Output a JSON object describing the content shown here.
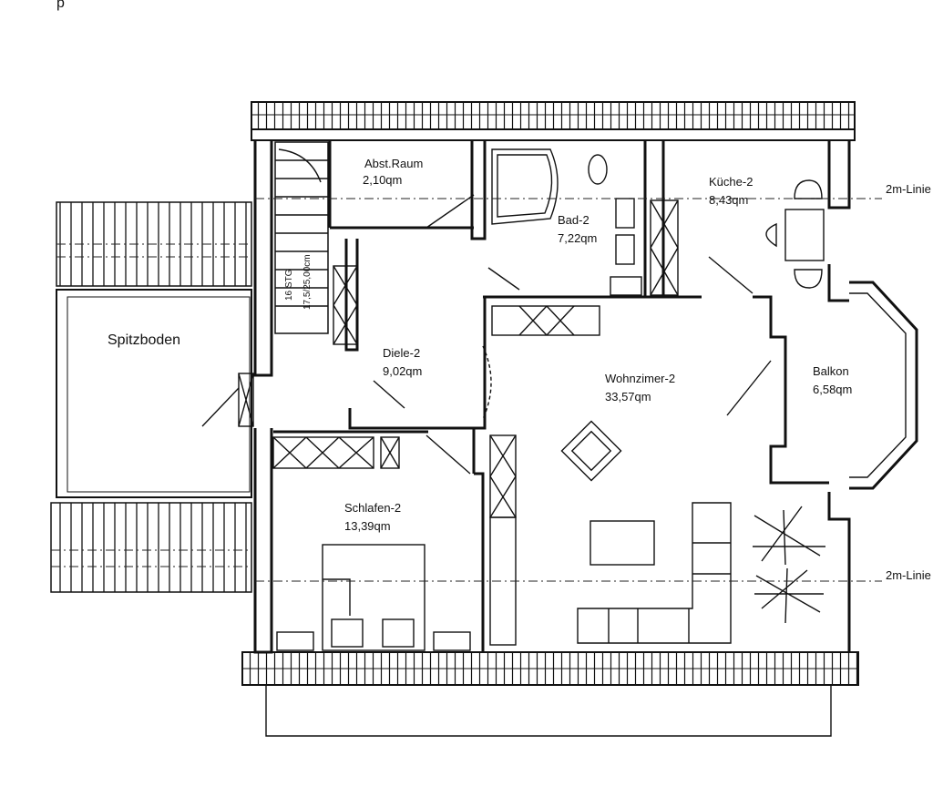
{
  "header_fragment": "p",
  "rooms": [
    {
      "id": "abst-raum",
      "name": "Abst.Raum",
      "area": "2,10qm"
    },
    {
      "id": "bad",
      "name": "Bad-2",
      "area": "7,22qm"
    },
    {
      "id": "kueche",
      "name": "Küche-2",
      "area": "8,43qm"
    },
    {
      "id": "diele",
      "name": "Diele-2",
      "area": "9,02qm"
    },
    {
      "id": "wohnzimmer",
      "name": "Wohnzimer-2",
      "area": "33,57qm"
    },
    {
      "id": "balkon",
      "name": "Balkon",
      "area": "6,58qm"
    },
    {
      "id": "schlafen",
      "name": "Schlafen-2",
      "area": "13,39qm"
    }
  ],
  "spitzboden": "Spitzboden",
  "stair_label_1": "16 STG",
  "stair_label_2": "17,5/25,00cm",
  "line_label_top": "2m-Linie",
  "line_label_bottom": "2m-Linie"
}
